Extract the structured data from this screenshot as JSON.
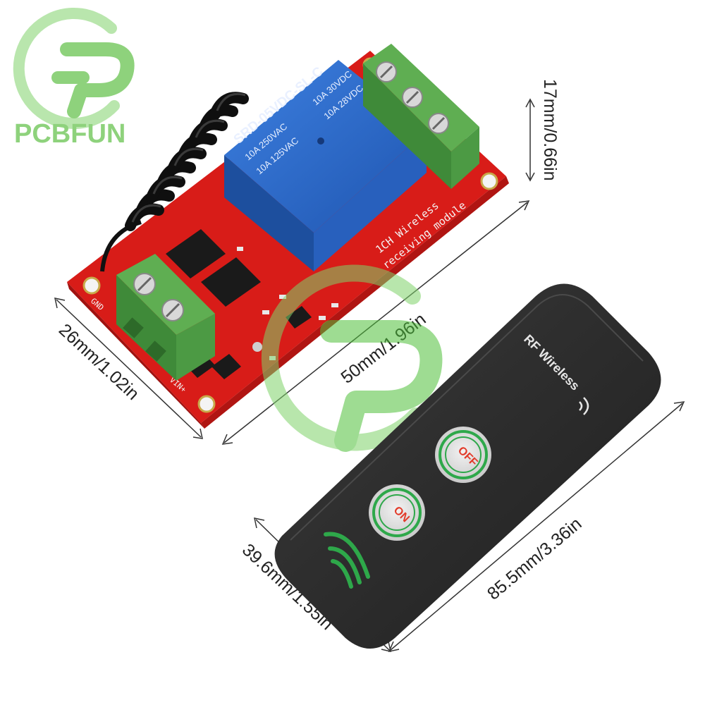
{
  "brand": {
    "name": "PCBFUN",
    "accent_color": "#8ed27c",
    "logo_icon": "pcbfun-logo-icon"
  },
  "dimensions": {
    "module_height": "17mm/0.66in",
    "module_length": "50mm/1.96in",
    "module_width": "26mm/1.02in",
    "remote_width": "39.6mm/1.55in",
    "remote_length": "85.5mm/3.36in"
  },
  "relay": {
    "model": "SRD-05VDC-SL-C",
    "rating_1": "10A 250VAC",
    "rating_2": "10A 125VAC",
    "rating_3": "10A 30VDC",
    "rating_4": "10A 28VDC",
    "color": "#2f6fd0"
  },
  "pcb": {
    "silkscreen_1": "1CH Wireless",
    "silkscreen_2": "receiving module",
    "label_gnd": "GND",
    "label_vin": "VIN+",
    "color": "#e0201c"
  },
  "remote": {
    "title": "RF Wireless",
    "button_off": "OFF",
    "button_on": "ON",
    "body_color": "#2b2b2b",
    "button_ring_color": "#2ea84a",
    "button_text_color": "#e23b2a"
  }
}
